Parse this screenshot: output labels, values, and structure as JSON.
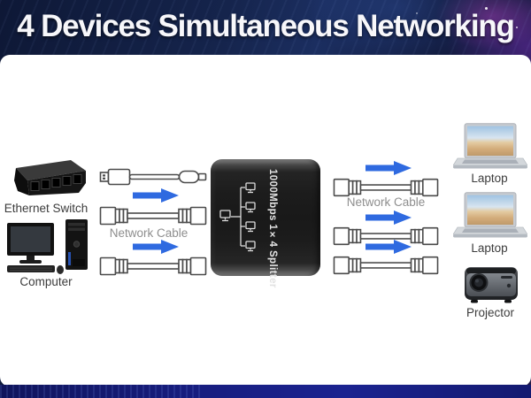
{
  "header": {
    "title": "4 Devices Simultaneous Networking"
  },
  "left_devices": {
    "ethernet_switch_label": "Ethernet Switch",
    "computer_label": "Computer"
  },
  "cables": {
    "left_network_cable_label": "Network Cable",
    "right_network_cable_label": "Network Cable"
  },
  "splitter": {
    "label": "1000Mbps 1×4 Splitter"
  },
  "right_devices": {
    "laptop1_label": "Laptop",
    "laptop2_label": "Laptop",
    "projector_label": "Projector"
  },
  "icons": [
    "ethernet-switch-icon",
    "computer-icon",
    "usb-cable-icon",
    "network-cable-icon",
    "arrow-right-icon",
    "splitter-topology-icon",
    "laptop-icon",
    "projector-icon"
  ],
  "colors": {
    "arrow_blue": "#2f6ae0",
    "header_navy": "#15244c",
    "footer_blue": "#171d7e",
    "panel_white": "#ffffff",
    "splitter_black": "#1c1c1c",
    "accent_purple": "#7a2db9"
  }
}
